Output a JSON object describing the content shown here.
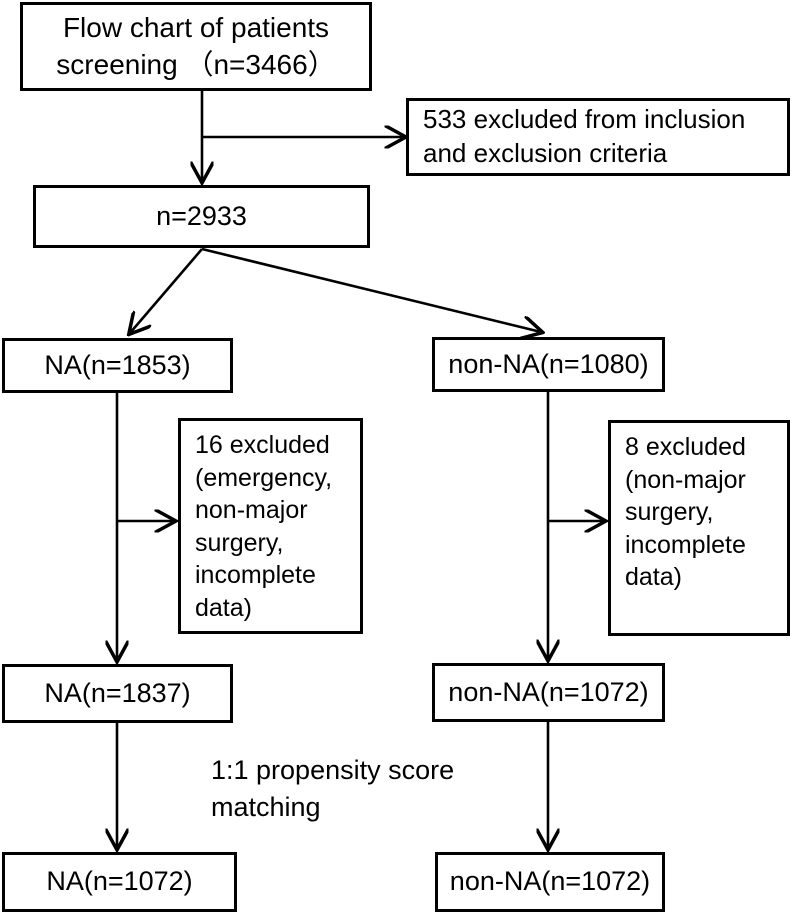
{
  "figure": {
    "kind": "patient-screening-flow-chart",
    "background_color": "#ffffff",
    "line_color": "#000000",
    "text_color": "#000000"
  },
  "nodes": {
    "title_box": "Flow chart of patients\nscreening （n=3466）",
    "excluded_initial": "533 excluded from inclusion\nand exclusion criteria",
    "total_included": "n=2933",
    "na_group": "NA(n=1853)",
    "non_na_group": "non-NA(n=1080)",
    "na_excluded": "16 excluded\n(emergency,\nnon-major\nsurgery,\nincomplete\ndata)",
    "non_na_excluded": "8 excluded\n(non-major\nsurgery,\nincomplete\ndata)",
    "na_after_exclusion": "NA(n=1837)",
    "non_na_after_exclusion": "non-NA(n=1072)",
    "na_matched": "NA(n=1072)",
    "non_na_matched": "non-NA(n=1072)"
  },
  "annotations": {
    "matching_label": "1:1 propensity score\nmatching"
  },
  "chart_data": {
    "type": "diagram",
    "title": "Flow chart of patients screening （n=3466）",
    "nodes": [
      {
        "id": "screened",
        "label": "Flow chart of patients screening （n=3466）",
        "n": 3466
      },
      {
        "id": "excluded_initial",
        "label": "533 excluded from inclusion and exclusion criteria",
        "n": 533
      },
      {
        "id": "included",
        "label": "n=2933",
        "n": 2933
      },
      {
        "id": "na",
        "label": "NA(n=1853)",
        "n": 1853
      },
      {
        "id": "non_na",
        "label": "non-NA(n=1080)",
        "n": 1080
      },
      {
        "id": "na_excluded",
        "label": "16 excluded (emergency, non-major surgery, incomplete data)",
        "n": 16
      },
      {
        "id": "non_na_excluded",
        "label": "8 excluded (non-major surgery, incomplete data)",
        "n": 8
      },
      {
        "id": "na_after",
        "label": "NA(n=1837)",
        "n": 1837
      },
      {
        "id": "non_na_after",
        "label": "non-NA(n=1072)",
        "n": 1072
      },
      {
        "id": "na_matched",
        "label": "NA(n=1072)",
        "n": 1072
      },
      {
        "id": "non_na_matched",
        "label": "non-NA(n=1072)",
        "n": 1072
      }
    ],
    "edges": [
      {
        "from": "screened",
        "to": "excluded_initial",
        "label": ""
      },
      {
        "from": "screened",
        "to": "included",
        "label": ""
      },
      {
        "from": "included",
        "to": "na",
        "label": ""
      },
      {
        "from": "included",
        "to": "non_na",
        "label": ""
      },
      {
        "from": "na",
        "to": "na_excluded",
        "label": ""
      },
      {
        "from": "na",
        "to": "na_after",
        "label": ""
      },
      {
        "from": "non_na",
        "to": "non_na_excluded",
        "label": ""
      },
      {
        "from": "non_na",
        "to": "non_na_after",
        "label": ""
      },
      {
        "from": "na_after",
        "to": "na_matched",
        "label": "1:1 propensity score matching"
      },
      {
        "from": "non_na_after",
        "to": "non_na_matched",
        "label": "1:1 propensity score matching"
      }
    ]
  }
}
